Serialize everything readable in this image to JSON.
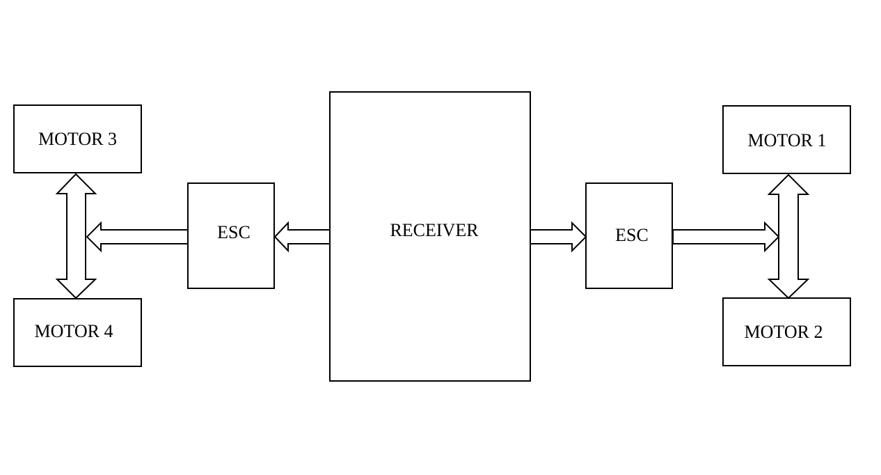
{
  "blocks": {
    "receiver": "RECEIVER",
    "esc_left": "ESC",
    "esc_right": "ESC",
    "motor_1": "MOTOR 1",
    "motor_2": "MOTOR 2",
    "motor_3": "MOTOR 3",
    "motor_4": "MOTOR 4"
  },
  "colors": {
    "stroke": "#000000",
    "fill": "#ffffff"
  }
}
